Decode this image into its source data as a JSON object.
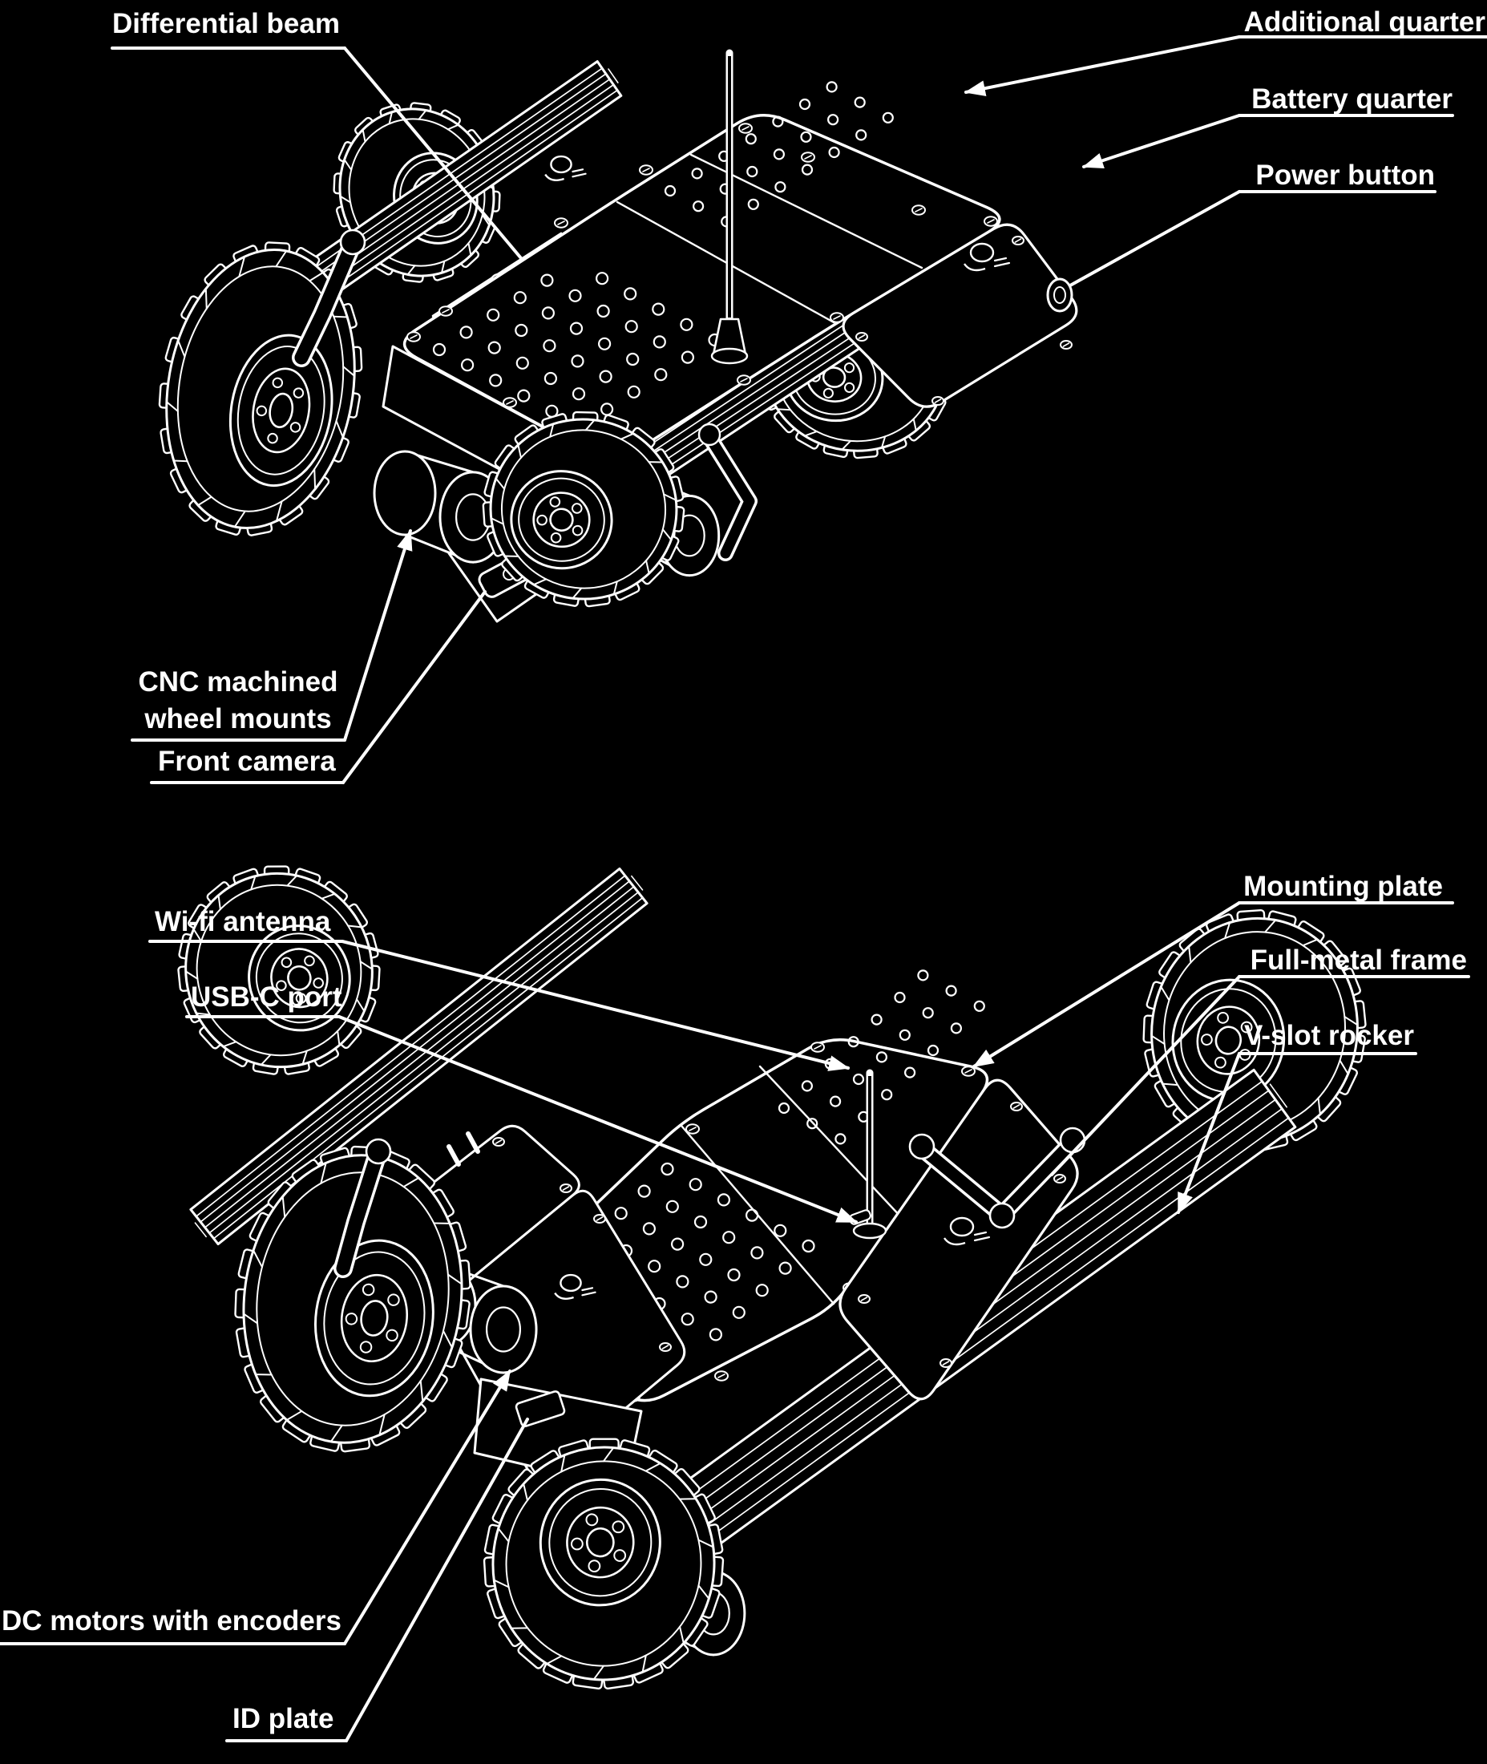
{
  "figure": {
    "type": "technical-line-illustration",
    "subject": "Four-wheeled mobile rover shown in two annotated isometric views",
    "views": [
      "top view: body quarters and wheels",
      "bottom view: frame, rocker and connectors"
    ]
  },
  "colors": {
    "background": "#000000",
    "line": "#ffffff",
    "label_text": "#ffffff"
  },
  "labels": {
    "differential_beam": "Differential beam",
    "additional_quarter": "Additional quarter",
    "battery_quarter": "Battery quarter",
    "power_button": "Power button",
    "cnc_machined_line1": "CNC machined",
    "cnc_machined_line2": "wheel mounts",
    "front_camera": "Front camera",
    "mounting_plate": "Mounting plate",
    "full_metal_frame": "Full-metal frame",
    "v_slot_rocker": "V-slot rocker",
    "wifi_antenna": "Wi-fi antenna",
    "usb_c_port": "USB-C port",
    "dc_motors": "DC motors with encoders",
    "id_plate": "ID plate"
  }
}
